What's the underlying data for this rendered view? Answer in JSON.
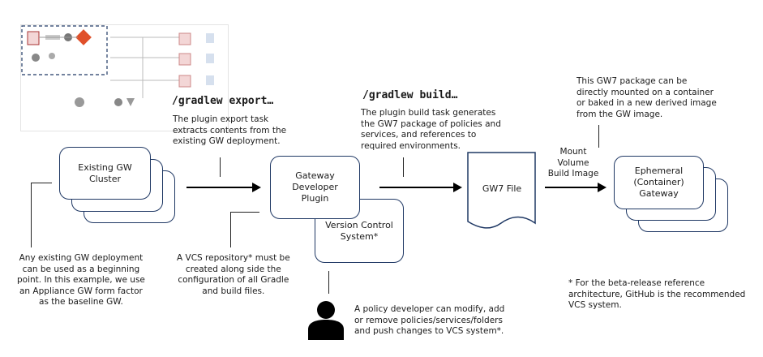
{
  "commands": {
    "export": "/gradlew export…",
    "build": "/gradlew build…"
  },
  "notes": {
    "export_task": "The plugin export task\nextracts contents from the\nexisting GW deployment.",
    "build_task": "The plugin build task generates\nthe GW7 package of policies and\nservices, and references to\nrequired environments.",
    "gw7_package": "This GW7 package can be\ndirectly mounted on a container\nor baked in a new derived image\nfrom the GW image.",
    "existing_gw": "Any existing GW deployment\ncan be used as a beginning\npoint. In this example, we use\nan Appliance GW form factor\nas the baseline GW.",
    "vcs_repo": "A VCS repository* must be\ncreated along side the\nconfiguration of all Gradle\nand build files.",
    "policy_dev": "A policy developer can modify, add\nor remove policies/services/folders\nand push changes to VCS system*.",
    "beta_footnote": "* For the beta-release reference\narchitecture, GitHub is the recommended\nVCS system."
  },
  "nodes": {
    "existing_cluster": "Existing GW\nCluster",
    "plugin": "Gateway\nDeveloper\nPlugin",
    "vcs": "Version Control\nSystem*",
    "gw7_file": "GW7 File",
    "ephemeral": "Ephemeral\n(Container)\nGateway"
  },
  "arrow_labels": {
    "mount": "Mount\nVolume\nBuild Image"
  },
  "icons": [
    "person-icon",
    "gateway-icon",
    "git-icon",
    "gear-icon",
    "funnel-icon"
  ],
  "colors": {
    "box_border": "#1f3864",
    "thumbnail_dash": "#1f3864",
    "git_accent": "#e0502a"
  }
}
